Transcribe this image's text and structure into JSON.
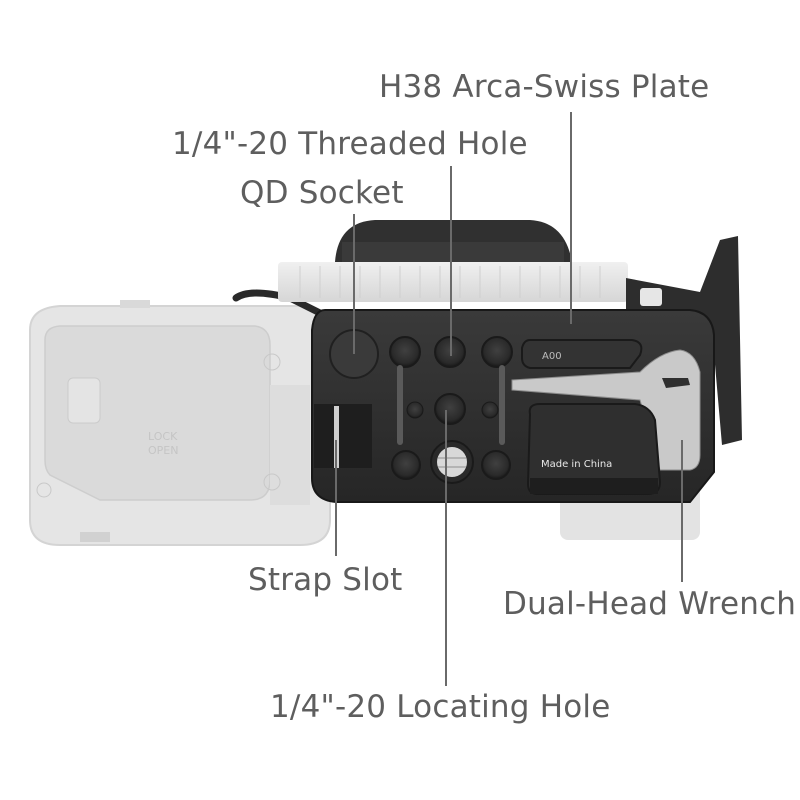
{
  "product": {
    "description": "Camera cage bottom view with callouts",
    "plate_engraving": "A00",
    "made_in": "Made in China"
  },
  "callouts": [
    {
      "id": "arca",
      "label": "H38 Arca-Swiss Plate"
    },
    {
      "id": "threaded",
      "label": "1/4\"-20 Threaded Hole"
    },
    {
      "id": "qd",
      "label": "QD Socket"
    },
    {
      "id": "strap",
      "label": "Strap Slot"
    },
    {
      "id": "wrench",
      "label": "Dual-Head Wrench"
    },
    {
      "id": "locating",
      "label": "1/4\"-20 Locating Hole"
    }
  ],
  "colors": {
    "label_text": "#5e5e5e",
    "leader_line": "#6a6a6a",
    "cage_dark": "#2c2c2c",
    "camera_body": "#e2e2e2"
  }
}
